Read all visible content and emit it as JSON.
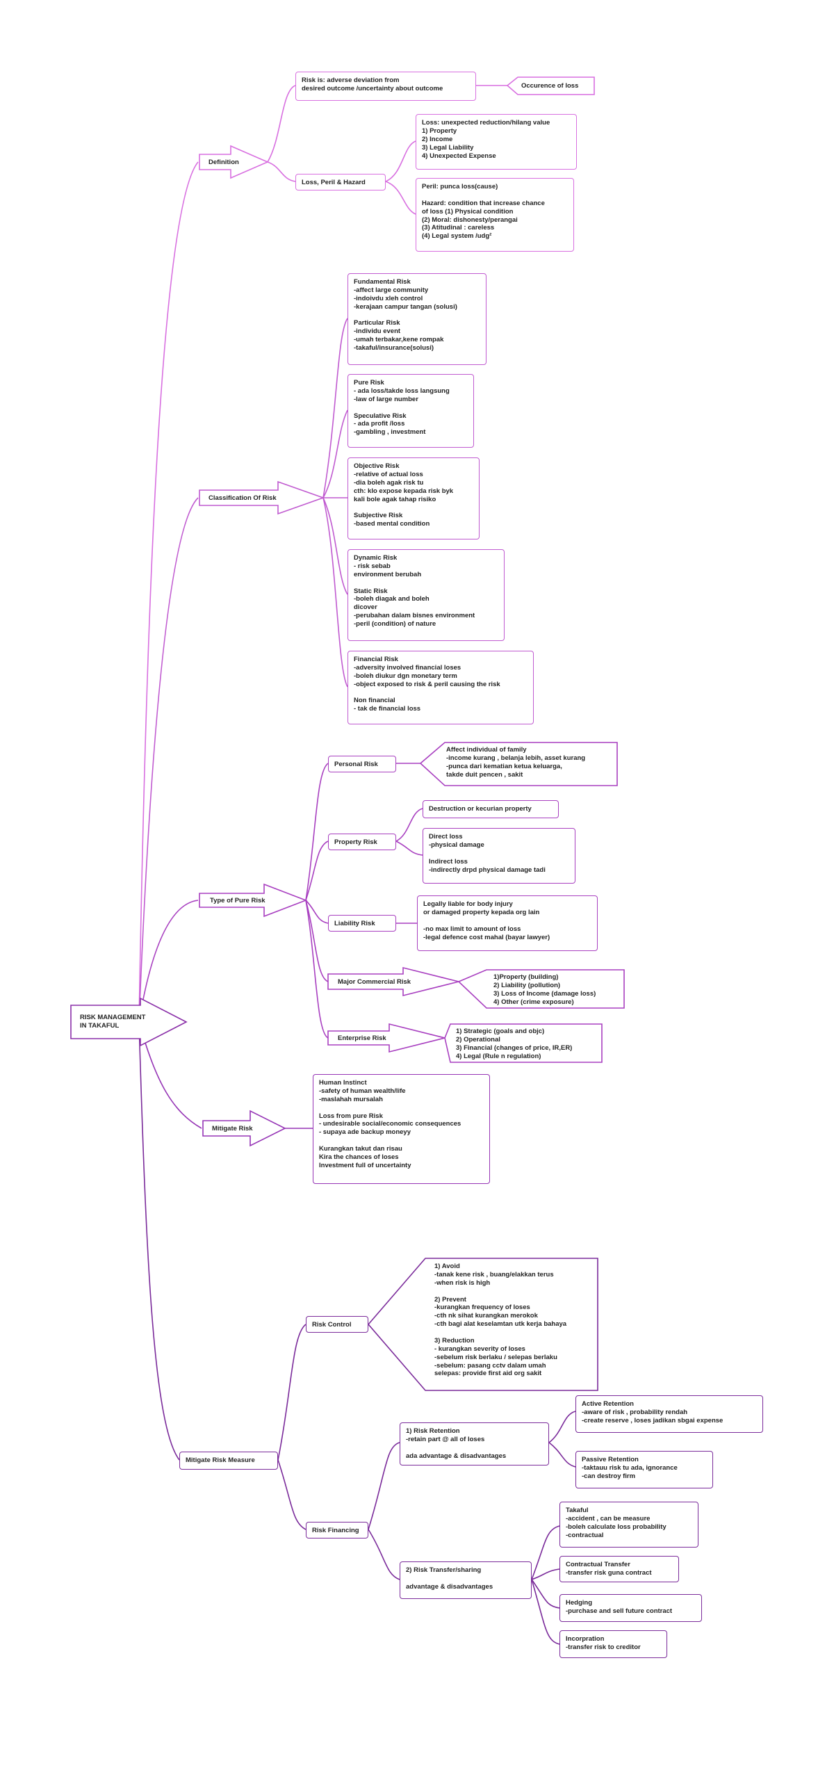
{
  "colors": {
    "pink": "#d86fe0",
    "magenta": "#b84ac8",
    "purple": "#8a2fa8",
    "dark": "#6a1f8a"
  },
  "nodes": {
    "root": "RISK MANAGEMENT\nIN TAKAFUL",
    "definition": "Definition",
    "risk_is": "Risk is: adverse deviation from\ndesired outcome /uncertainty about outcome",
    "occurence": "Occurence of loss",
    "loss_peril_hazard": "Loss, Peril & Hazard",
    "loss_def": "Loss: unexpected reduction/hilang value\n1) Property\n2) Income\n3) Legal Liability\n4) Unexpected Expense",
    "peril_def": "Peril: punca loss(cause)\n\nHazard: condition that increase chance\nof loss (1) Physical condition\n(2) Moral: dishonesty/perangai\n(3) Atitudinal : careless\n(4) Legal system /udg²",
    "classification": "Classification Of Risk",
    "fundamental": "Fundamental Risk\n-affect large community\n-indoivdu xleh control\n-kerajaan campur tangan (solusi)\n\nParticular Risk\n-individu event\n-umah terbakar,kene rompak\n-takaful/insurance(solusi)",
    "pure": "Pure Risk\n- ada loss/takde loss langsung\n-law of large number\n\nSpeculative Risk\n- ada profit /loss\n-gambling , investment",
    "objective": "Objective Risk\n-relative of actual loss\n-dia boleh agak risk tu\ncth: klo expose kepada risk byk\nkali bole agak tahap risiko\n\nSubjective Risk\n-based mental condition",
    "dynamic": "Dynamic Risk\n- risk sebab\nenvironment berubah\n\nStatic Risk\n-boleh diagak and boleh\ndicover\n-perubahan dalam bisnes environment\n-peril (condition) of nature",
    "financial": "Financial Risk\n-adversity involved financial loses\n-boleh diukur dgn monetary term\n-object exposed to risk & peril causing the risk\n\nNon financial\n- tak de financial loss",
    "type_pure": "Type of Pure Risk",
    "personal_risk": "Personal Risk",
    "personal_desc": "Affect individual of family\n-income kurang , belanja lebih, asset kurang\n-punca dari kematian ketua keluarga,\ntakde duit pencen , sakit",
    "property_risk": "Property Risk",
    "destruction": "Destruction or kecurian property",
    "direct_loss": "Direct loss\n-physical damage\n\nIndirect loss\n-indirectly drpd physical damage tadi",
    "liability_risk": "Liability Risk",
    "liability_desc": "Legally liable for body injury\nor damaged property kepada org lain\n\n-no max limit to amount of loss\n-legal defence cost mahal (bayar lawyer)",
    "major_commercial_risk": "Major Commercial Risk",
    "major_desc": "1)Property (building)\n2) Liability (pollution)\n3) Loss of Income (damage loss)\n4) Other (crime exposure)",
    "enterprise_risk": "Enterprise Risk",
    "enterprise_desc": "1) Strategic  (goals and objc)\n2) Operational\n3) Financial (changes of price, IR,ER)\n4) Legal (Rule n regulation)",
    "mitigate_risk": "Mitigate Risk",
    "mitigate_desc": "Human Instinct\n-safety of human wealth/life\n-maslahah mursalah\n\nLoss from pure Risk\n- undesirable social/economic consequences\n- supaya ade backup moneyy\n\nKurangkan takut dan risau\nKira the chances of loses\nInvestment full of uncertainty",
    "mitigate_risk_measure": "Mitigate Risk Measure",
    "risk_control": "Risk Control",
    "risk_control_desc": "1) Avoid\n-tanak kene risk , buang/elakkan terus\n-when risk is high\n\n2) Prevent\n-kurangkan frequency of loses\n-cth nk sihat kurangkan merokok\n-cth bagi alat keselamtan utk kerja bahaya\n\n3) Reduction\n- kurangkan severity of loses\n-sebelum risk berlaku / selepas berlaku\n-sebelum: pasang cctv dalam umah\nselepas: provide first aid org sakit",
    "risk_financing": "Risk Financing",
    "risk_retention": "1) Risk Retention\n-retain part @ all of loses\n\nada advantage & disadvantages",
    "active_retention": "Active Retention\n-aware of risk , probability rendah\n-create reserve , loses jadikan sbgai expense",
    "passive_retention": "Passive Retention\n-taktauu risk tu ada, ignorance\n-can destroy firm",
    "risk_transfer": "2) Risk Transfer/sharing\n\nadvantage & disadvantages",
    "takaful": "Takaful\n-accident , can be measure\n-boleh calculate loss probability\n-contractual",
    "contractual": "Contractual Transfer\n-transfer risk guna contract",
    "hedging": "Hedging\n-purchase and sell future contract",
    "incorpration": "Incorpration\n-transfer risk to creditor"
  }
}
